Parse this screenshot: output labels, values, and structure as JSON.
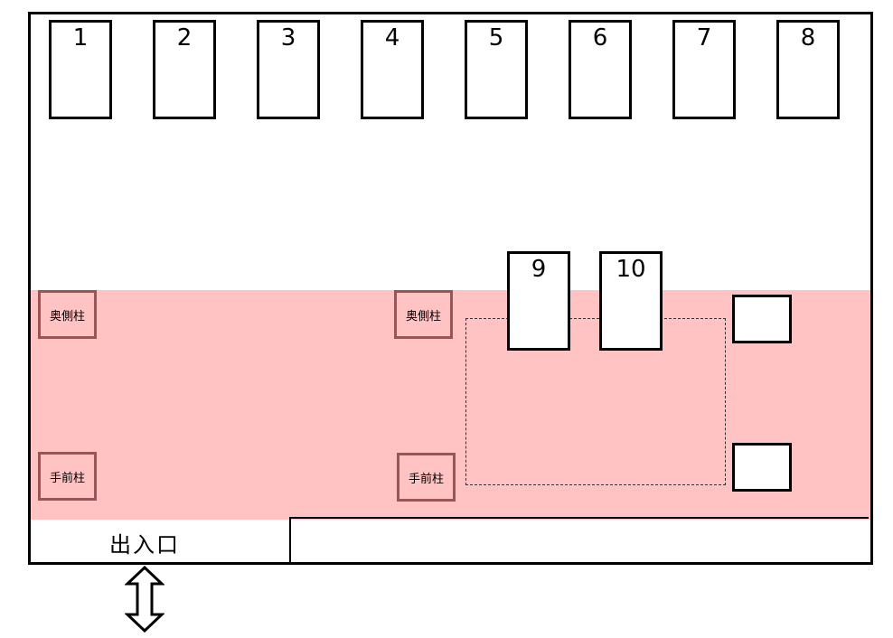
{
  "slots_top": [
    "1",
    "2",
    "3",
    "4",
    "5",
    "6",
    "7",
    "8"
  ],
  "slots_mid": [
    "9",
    "10"
  ],
  "pillars": {
    "back_left": "奥側柱",
    "back_center": "奥側柱",
    "front_left": "手前柱",
    "front_center": "手前柱"
  },
  "entrance_label": "出入口",
  "colors": {
    "zone": "#ffc3c3",
    "pillar_border": "#9b5454"
  }
}
